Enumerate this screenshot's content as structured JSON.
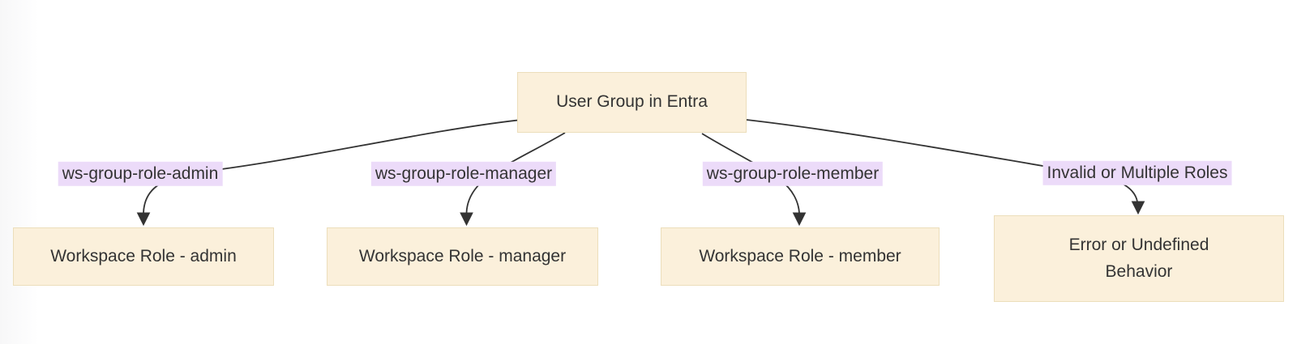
{
  "diagram": {
    "type": "flowchart",
    "direction": "top-down",
    "nodes": [
      {
        "id": "entra",
        "label": "User Group in Entra"
      },
      {
        "id": "admin",
        "label": "Workspace Role - admin"
      },
      {
        "id": "manager",
        "label": "Workspace Role - manager"
      },
      {
        "id": "member",
        "label": "Workspace Role - member"
      },
      {
        "id": "error",
        "label": "Error or Undefined Behavior"
      }
    ],
    "edges": [
      {
        "from": "entra",
        "to": "admin",
        "label": "ws-group-role-admin"
      },
      {
        "from": "entra",
        "to": "manager",
        "label": "ws-group-role-manager"
      },
      {
        "from": "entra",
        "to": "member",
        "label": "ws-group-role-member"
      },
      {
        "from": "entra",
        "to": "error",
        "label": "Invalid or Multiple Roles"
      }
    ],
    "colors": {
      "node_fill": "#fbf0db",
      "node_border": "#ecdebb",
      "edge_label_bg": "#ecdbf9",
      "edge_stroke": "#333333",
      "text": "#333333"
    }
  }
}
